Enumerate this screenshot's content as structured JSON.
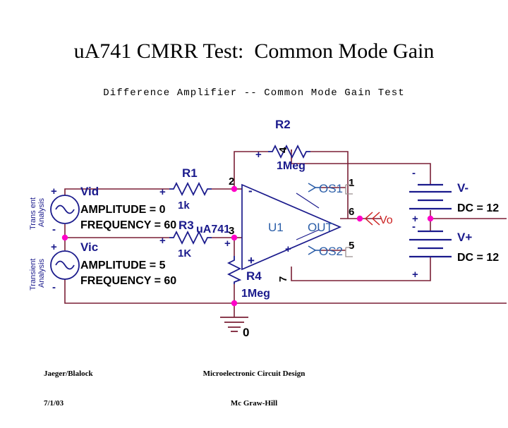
{
  "slide": {
    "title": "u A 7 4 1   C M R R   T e s t :   C o m m o n   M o d e   G a i n",
    "title_text": "uA741 CMRR Test:  Common Mode Gain",
    "caption": "Difference Amplifier -- Common Mode Gain Test"
  },
  "colors": {
    "wire": "#7a1f35",
    "component": "#1a1a8c",
    "junction": "#ff00c8",
    "pin_label": "#000000",
    "probe": "#cc2222",
    "opamp_pin_text": "#2b5ea8",
    "ground": "#7a1f35",
    "text": "#000000"
  },
  "sources": {
    "vid": {
      "analysis_line1": "Trans ent",
      "analysis_line2": "Analysis",
      "name": "Vid",
      "amplitude": "AMPLITUDE = 0",
      "frequency": "FREQUENCY = 60",
      "plus": "+",
      "minus": "-"
    },
    "vic": {
      "analysis_line1": "Transient",
      "analysis_line2": "Analysis",
      "name": "Vic",
      "amplitude": "AMPLITUDE = 5",
      "frequency": "FREQUENCY = 60",
      "plus": "+",
      "minus": "-"
    }
  },
  "resistors": {
    "r1": {
      "ref": "R1",
      "value": "1k",
      "polarity": "+"
    },
    "r2": {
      "ref": "R2",
      "value": "1Meg",
      "polarity": "+"
    },
    "r3": {
      "ref": "R3",
      "value": "1K",
      "polarity": "+"
    },
    "r4": {
      "ref": "R4",
      "value": "1Meg",
      "polarity": "+"
    }
  },
  "opamp": {
    "part": "uA741",
    "designator": "U1",
    "inv_input": "-",
    "noninv_input": "+",
    "pin_os1": "OS1",
    "pin_out": "OUT",
    "pin_os2": "OS2",
    "pin_num_inv": "2",
    "pin_num_noninv": "3",
    "pin_num_vplus": "4",
    "pin_num_vminus": "7",
    "pin_num_os1": "1",
    "pin_num_out": "6",
    "pin_num_os2": "5"
  },
  "supplies": {
    "vminus": {
      "name": "V-",
      "value": "DC = 12",
      "top_terminal": "-",
      "bottom_terminal": "+"
    },
    "vplus": {
      "name": "V+",
      "value": "DC = 12",
      "top_terminal": "-",
      "bottom_terminal": "+"
    }
  },
  "markers": {
    "output_probe": "Vo",
    "ground_label": "0"
  },
  "footer": {
    "left_line1": "Jaeger/Blalock",
    "left_line2": "7/1/03",
    "right_line1": "Microelectronic Circuit Design",
    "right_line2": "Mc Graw-Hill"
  }
}
